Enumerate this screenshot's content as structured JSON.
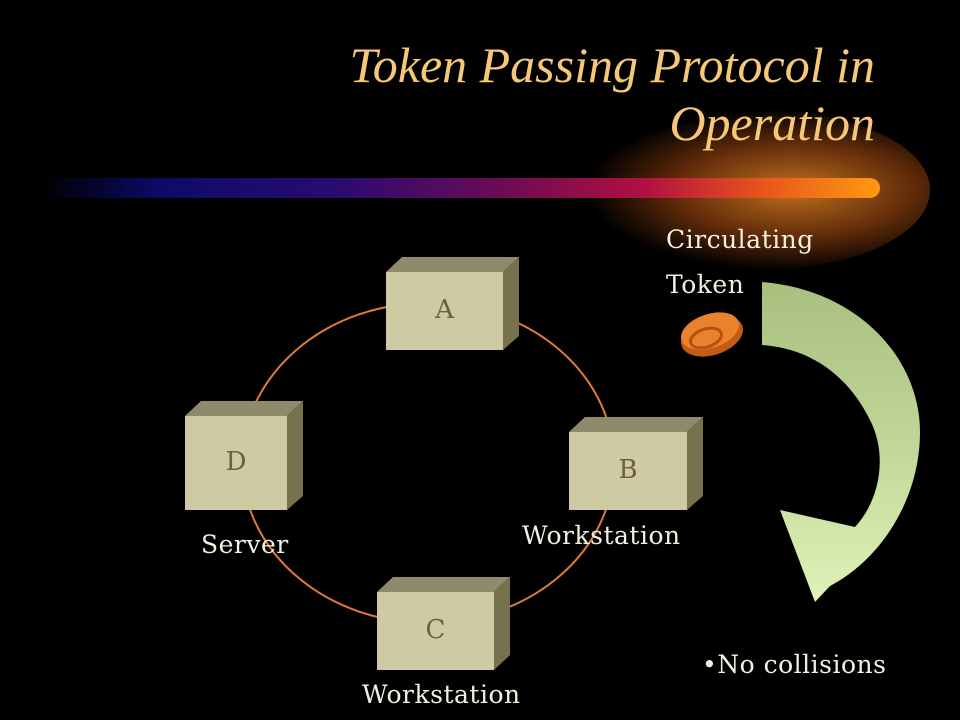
{
  "slide": {
    "title_line1": "Token Passing Protocol in",
    "title_line2": "Operation"
  },
  "token": {
    "label_line1": "Circulating",
    "label_line2": "Token"
  },
  "nodes": {
    "a": {
      "label": "A"
    },
    "b": {
      "label": "B",
      "caption": "Workstation"
    },
    "c": {
      "label": "C",
      "caption": "Workstation"
    },
    "d": {
      "label": "D",
      "caption": "Server"
    }
  },
  "bullets": [
    "No collisions"
  ],
  "colors": {
    "background": "#000000",
    "title": "#f5c777",
    "ring": "#e07a3a",
    "node_face": "#cfcaa2",
    "arrow": "#c8dfa0",
    "token": "#e07a28"
  }
}
